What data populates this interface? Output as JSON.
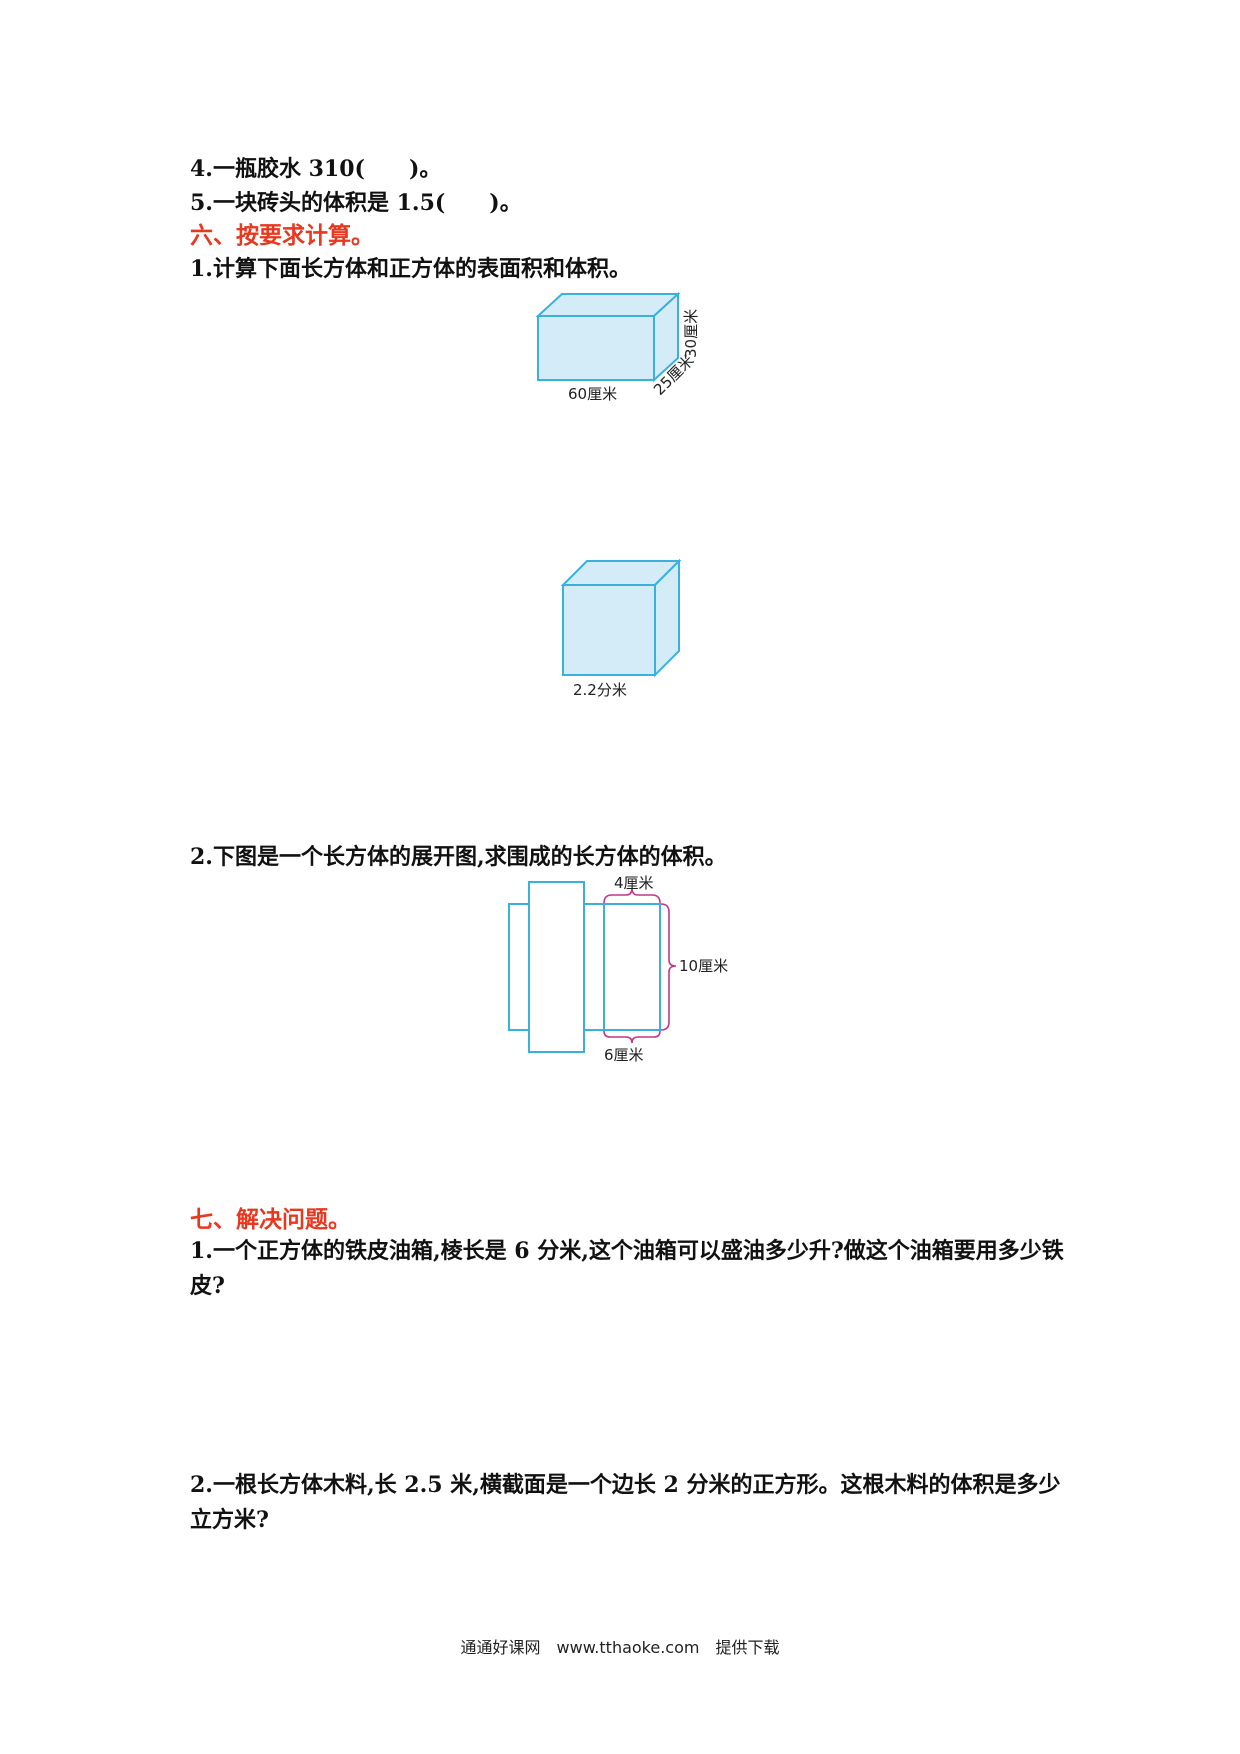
{
  "part5": {
    "q4": "4.一瓶胶水 310(　　)。",
    "q5": "5.一块砖头的体积是 1.5(　　)。"
  },
  "section6": {
    "heading": "六、按要求计算。",
    "q1": "1.计算下面长方体和正方体的表面积和体积。",
    "cuboid": {
      "length": "60厘米",
      "width": "25厘米",
      "height": "30厘米"
    },
    "cube": {
      "edge": "2.2分米"
    },
    "q2": "2.下图是一个长方体的展开图,求围成的长方体的体积。",
    "net": {
      "top": "4厘米",
      "side": "10厘米",
      "bottom": "6厘米"
    }
  },
  "section7": {
    "heading": "七、解决问题。",
    "q1": "1.一个正方体的铁皮油箱,棱长是 6 分米,这个油箱可以盛油多少升?做这个油箱要用多少铁皮?",
    "q2": "2.一根长方体木料,长 2.5 米,横截面是一个边长 2 分米的正方形。这根木料的体积是多少立方米?"
  },
  "footer": "通通好课网　www.tthaoke.com　提供下载",
  "colors": {
    "heading": "#e8381f",
    "figure_fill": "#d4ecf8",
    "figure_stroke": "#3bb0df",
    "brace": "#c2378b"
  }
}
